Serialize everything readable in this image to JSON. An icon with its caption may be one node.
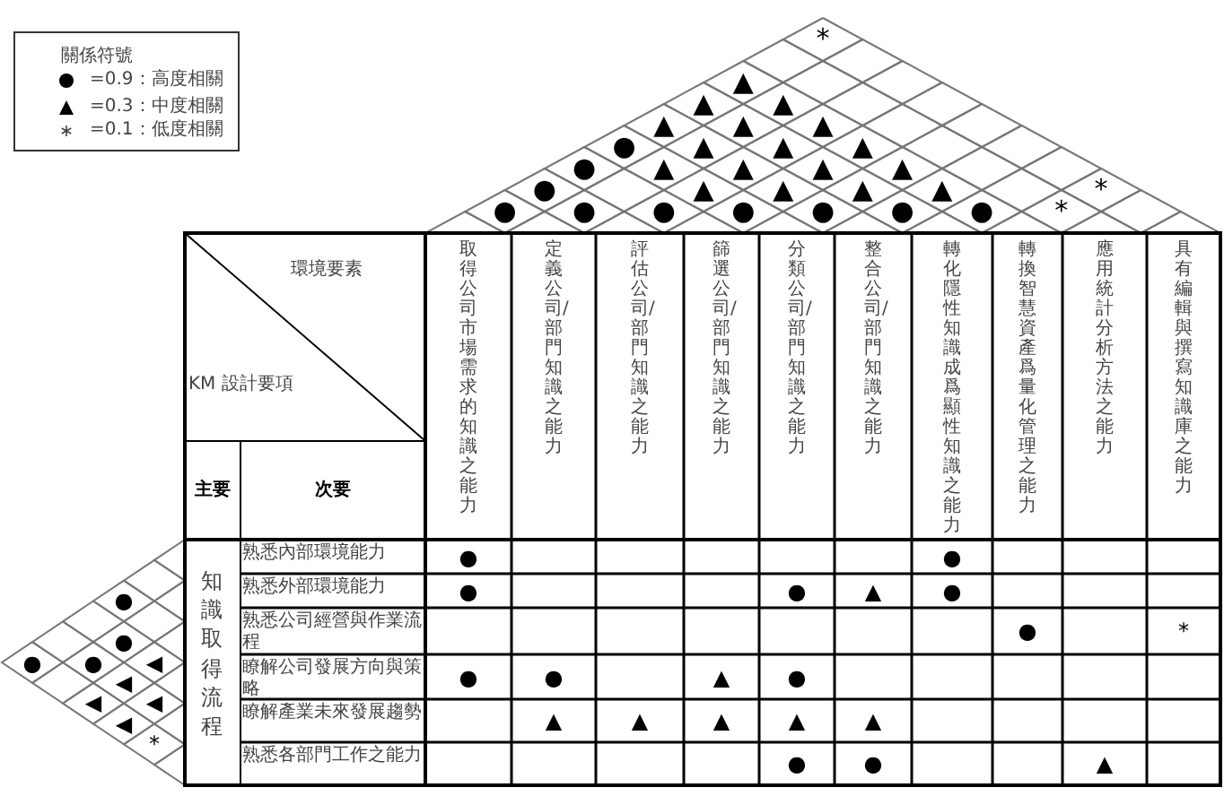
{
  "diagram": {
    "labels": [
      "關係符號",
      "*",
      "▲",
      "▲",
      "▲",
      "▲",
      "▲",
      "▲",
      "●",
      "▲",
      "▲",
      "▲",
      "●",
      "▲",
      "▲",
      "▲",
      "▲",
      "●",
      "▲",
      "▲",
      "▲",
      "▲",
      "*",
      "●",
      "●",
      "●",
      "●",
      "●",
      "●",
      "●",
      "*",
      "環境要素",
      "KM 設計要項",
      "取得公司市場需求的知識之能力",
      "定義公司/部門知識之能力",
      "評估公司/部門知識之能力",
      "篩選公司/部門知識之能力",
      "分類公司/部門知識之能力",
      "整合公司/部門知識之能力",
      "轉化隱性知識成爲顯性知識之能力",
      "轉換智慧資產爲量化管理之能力",
      "應用統計分析方法之能力",
      "具有編輯與撰寫知識庫之能力",
      "主要",
      "次要",
      "●",
      "●",
      "●",
      "●",
      "◀",
      "◀",
      "◀",
      "◀",
      "◀",
      "*",
      "知識取得流程",
      "熟悉內部環境能力",
      "●",
      "●",
      "熟悉外部環境能力",
      "●",
      "●",
      "▲",
      "●",
      "熟悉公司經營與作業流程",
      "●",
      "*",
      "瞭解公司發展方向與策略",
      "●",
      "●",
      "▲",
      "●",
      "瞭解產業未來發展趨勢",
      "▲",
      "▲",
      "▲",
      "▲",
      "▲",
      "熟悉各部門工作之能力",
      "●",
      "●",
      "▲"
    ],
    "legend": [
      {
        "text": "=0.9：高度相關"
      },
      {
        "text": "=0.3：中度相關"
      },
      {
        "text": "=0.1：低度相關"
      }
    ]
  }
}
